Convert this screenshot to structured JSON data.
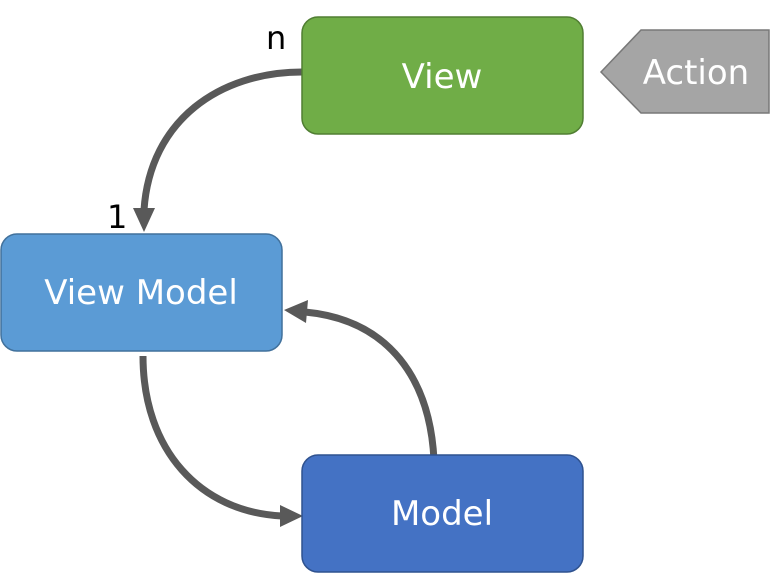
{
  "nodes": {
    "view": {
      "label": "View",
      "fill": "#70AD47",
      "stroke": "#507E32"
    },
    "view_model": {
      "label": "View Model",
      "fill": "#5B9BD5",
      "stroke": "#41719C"
    },
    "model": {
      "label": "Model",
      "fill": "#4472C4",
      "stroke": "#2F528F"
    },
    "action": {
      "label": "Action",
      "fill": "#A5A5A5",
      "stroke": "#787878"
    }
  },
  "multiplicity": {
    "view_end": "n",
    "view_model_end": "1"
  },
  "edges": [
    {
      "from": "view",
      "to": "view_model"
    },
    {
      "from": "view_model",
      "to": "model"
    },
    {
      "from": "model",
      "to": "view_model"
    }
  ],
  "colors": {
    "arrow": "#595959",
    "background": "#FFFFFF"
  }
}
